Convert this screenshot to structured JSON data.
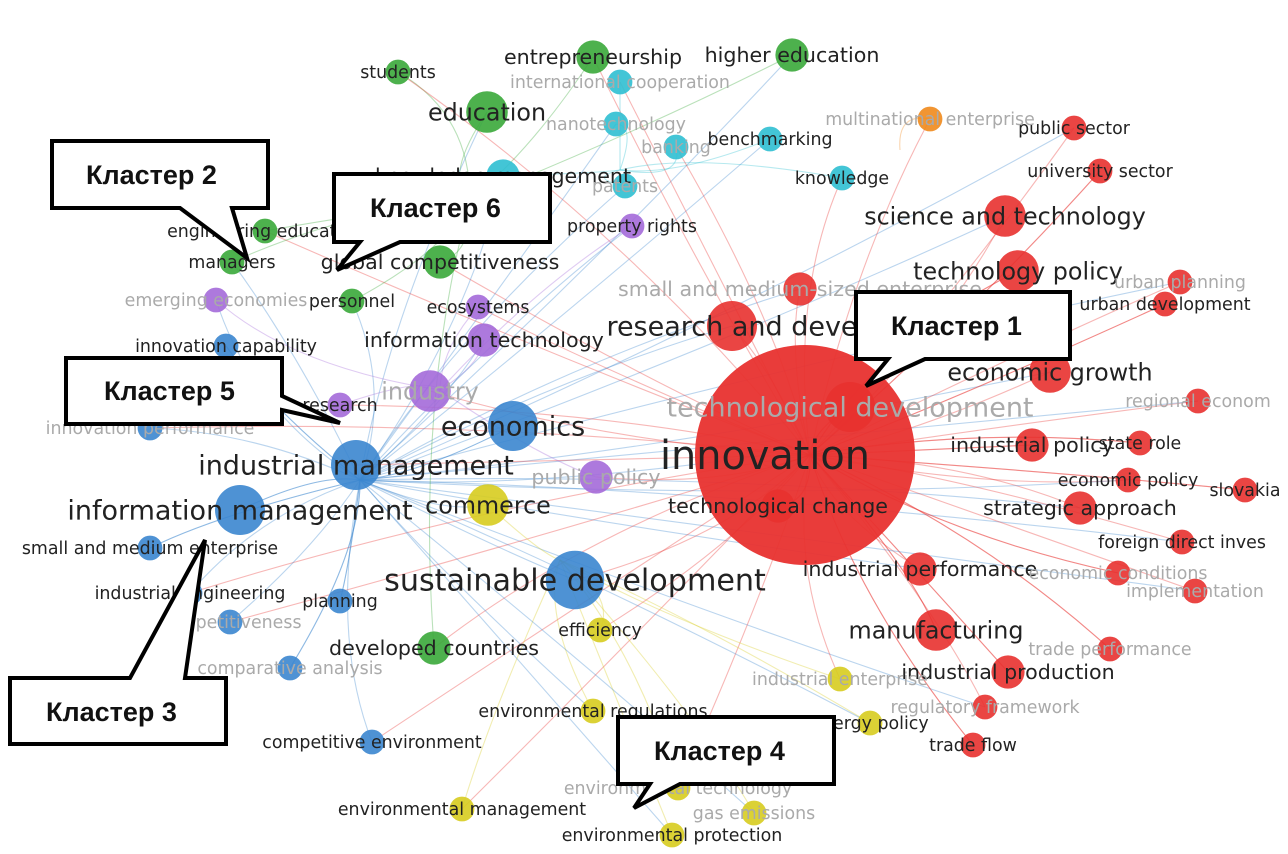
{
  "colors": {
    "cluster1": "#e8312f",
    "cluster2": "#3aa83a",
    "cluster3": "#3b86cf",
    "cluster4": "#d7cc1f",
    "cluster5": "#a46ad9",
    "cluster6": "#2fbfd2",
    "extra": "#f08a1c"
  },
  "terms": [
    {
      "label": "innovation",
      "cluster": 1,
      "w": 9,
      "faint": false
    },
    {
      "label": "technological development",
      "cluster": 1,
      "w": 5,
      "faint": true
    },
    {
      "label": "research and deve",
      "cluster": 1,
      "w": 5,
      "faint": false
    },
    {
      "label": "technological change",
      "cluster": 1,
      "w": 3,
      "faint": false
    },
    {
      "label": "science and technology",
      "cluster": 1,
      "w": 4,
      "faint": false
    },
    {
      "label": "technology policy",
      "cluster": 1,
      "w": 4,
      "faint": false
    },
    {
      "label": "economic growth",
      "cluster": 1,
      "w": 4,
      "faint": false
    },
    {
      "label": "industrial policy",
      "cluster": 1,
      "w": 3,
      "faint": false
    },
    {
      "label": "strategic approach",
      "cluster": 1,
      "w": 3,
      "faint": false
    },
    {
      "label": "manufacturing",
      "cluster": 1,
      "w": 4,
      "faint": false
    },
    {
      "label": "industrial performance",
      "cluster": 1,
      "w": 3,
      "faint": false
    },
    {
      "label": "industrial production",
      "cluster": 1,
      "w": 3,
      "faint": false
    },
    {
      "label": "public sector",
      "cluster": 1,
      "w": 2,
      "faint": false
    },
    {
      "label": "university sector",
      "cluster": 1,
      "w": 2,
      "faint": false
    },
    {
      "label": "urban planning",
      "cluster": 1,
      "w": 2,
      "faint": true
    },
    {
      "label": "urban development",
      "cluster": 1,
      "w": 2,
      "faint": false
    },
    {
      "label": "regional econom",
      "cluster": 1,
      "w": 2,
      "faint": true
    },
    {
      "label": "state role",
      "cluster": 1,
      "w": 2,
      "faint": false
    },
    {
      "label": "economic policy",
      "cluster": 1,
      "w": 2,
      "faint": false
    },
    {
      "label": "slovakia",
      "cluster": 1,
      "w": 2,
      "faint": false
    },
    {
      "label": "foreign direct inves",
      "cluster": 1,
      "w": 2,
      "faint": false
    },
    {
      "label": "economic conditions",
      "cluster": 1,
      "w": 2,
      "faint": true
    },
    {
      "label": "implementation",
      "cluster": 1,
      "w": 2,
      "faint": true
    },
    {
      "label": "trade performance",
      "cluster": 1,
      "w": 2,
      "faint": true
    },
    {
      "label": "regulatory framework",
      "cluster": 1,
      "w": 2,
      "faint": true
    },
    {
      "label": "trade flow",
      "cluster": 1,
      "w": 2,
      "faint": false
    },
    {
      "label": "small and medium-sized enterprise",
      "cluster": 1,
      "w": 3,
      "faint": true
    },
    {
      "label": "entrepreneurship",
      "cluster": 2,
      "w": 3,
      "faint": false
    },
    {
      "label": "higher education",
      "cluster": 2,
      "w": 3,
      "faint": false
    },
    {
      "label": "students",
      "cluster": 2,
      "w": 2,
      "faint": false
    },
    {
      "label": "education",
      "cluster": 2,
      "w": 4,
      "faint": false
    },
    {
      "label": "engineering education",
      "cluster": 2,
      "w": 2,
      "faint": false
    },
    {
      "label": "managers",
      "cluster": 2,
      "w": 2,
      "faint": false
    },
    {
      "label": "global competitiveness",
      "cluster": 2,
      "w": 3,
      "faint": false
    },
    {
      "label": "personnel",
      "cluster": 2,
      "w": 2,
      "faint": false
    },
    {
      "label": "developed countries",
      "cluster": 2,
      "w": 3,
      "faint": false
    },
    {
      "label": "economics",
      "cluster": 3,
      "w": 5,
      "faint": false
    },
    {
      "label": "industrial management",
      "cluster": 3,
      "w": 5,
      "faint": false
    },
    {
      "label": "information management",
      "cluster": 3,
      "w": 5,
      "faint": false
    },
    {
      "label": "sustainable development",
      "cluster": 3,
      "w": 6,
      "faint": false
    },
    {
      "label": "small and medium enterprise",
      "cluster": 3,
      "w": 2,
      "faint": false
    },
    {
      "label": "industrial engineering",
      "cluster": 3,
      "w": 2,
      "faint": false
    },
    {
      "label": "planning",
      "cluster": 3,
      "w": 2,
      "faint": false
    },
    {
      "label": "competitiveness",
      "cluster": 3,
      "w": 2,
      "faint": true
    },
    {
      "label": "comparative analysis",
      "cluster": 3,
      "w": 2,
      "faint": true
    },
    {
      "label": "competitive environment",
      "cluster": 3,
      "w": 2,
      "faint": false
    },
    {
      "label": "innovation capability",
      "cluster": 3,
      "w": 2,
      "faint": false
    },
    {
      "label": "innovation performance",
      "cluster": 3,
      "w": 2,
      "faint": true
    },
    {
      "label": "commerce",
      "cluster": 4,
      "w": 4,
      "faint": false
    },
    {
      "label": "efficiency",
      "cluster": 4,
      "w": 2,
      "faint": false
    },
    {
      "label": "environmental regulations",
      "cluster": 4,
      "w": 2,
      "faint": false
    },
    {
      "label": "environmental management",
      "cluster": 4,
      "w": 2,
      "faint": false
    },
    {
      "label": "environmental protection",
      "cluster": 4,
      "w": 2,
      "faint": false
    },
    {
      "label": "environmental technology",
      "cluster": 4,
      "w": 2,
      "faint": true
    },
    {
      "label": "gas emissions",
      "cluster": 4,
      "w": 2,
      "faint": true
    },
    {
      "label": "industrial enterprise",
      "cluster": 4,
      "w": 2,
      "faint": true
    },
    {
      "label": "energy policy",
      "cluster": 4,
      "w": 2,
      "faint": false
    },
    {
      "label": "industry",
      "cluster": 5,
      "w": 4,
      "faint": true
    },
    {
      "label": "information technology",
      "cluster": 5,
      "w": 3,
      "faint": false
    },
    {
      "label": "research",
      "cluster": 5,
      "w": 2,
      "faint": false
    },
    {
      "label": "emerging economies",
      "cluster": 5,
      "w": 2,
      "faint": true
    },
    {
      "label": "ecosystems",
      "cluster": 5,
      "w": 2,
      "faint": false
    },
    {
      "label": "property rights",
      "cluster": 5,
      "w": 2,
      "faint": false
    },
    {
      "label": "public policy",
      "cluster": 5,
      "w": 3,
      "faint": true
    },
    {
      "label": "knowledge management",
      "cluster": 6,
      "w": 3,
      "faint": false
    },
    {
      "label": "knowledge",
      "cluster": 6,
      "w": 2,
      "faint": false
    },
    {
      "label": "benchmarking",
      "cluster": 6,
      "w": 2,
      "faint": false
    },
    {
      "label": "international cooperation",
      "cluster": 6,
      "w": 2,
      "faint": true
    },
    {
      "label": "nanotechnology",
      "cluster": 6,
      "w": 2,
      "faint": true
    },
    {
      "label": "banking",
      "cluster": 6,
      "w": 2,
      "faint": true
    },
    {
      "label": "patents",
      "cluster": 6,
      "w": 2,
      "faint": true
    },
    {
      "label": "multinational enterprise",
      "cluster": 0,
      "w": 2,
      "faint": true
    }
  ],
  "callouts": [
    {
      "label": "Кластер 1"
    },
    {
      "label": "Кластер 2"
    },
    {
      "label": "Кластер 3"
    },
    {
      "label": "Кластер 4"
    },
    {
      "label": "Кластер 5"
    },
    {
      "label": "Кластер 6"
    }
  ]
}
